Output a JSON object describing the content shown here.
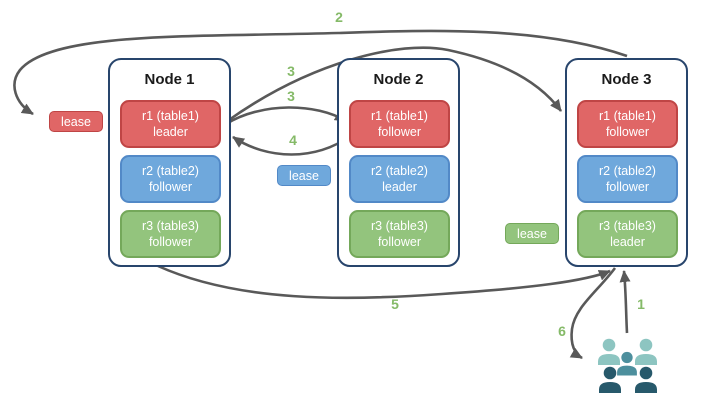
{
  "theme": {
    "bg": "#ffffff",
    "node-border": "#28456c",
    "node-fill": "#ffffff",
    "title-color": "#1b1b1b",
    "red-fill": "#e06666",
    "red-border": "#bf4545",
    "blue-fill": "#6fa8dc",
    "blue-border": "#5289c7",
    "green-fill": "#93c47d",
    "green-border": "#74a85a",
    "arrow": "#595959",
    "step-color": "#85ba68",
    "box-text": "#ffffff",
    "people-light": "#8dc5c1",
    "people-mid": "#4d8f9d",
    "people-dark": "#27596b"
  },
  "nodes": [
    {
      "title": "Node 1",
      "replicas": [
        {
          "line1": "r1 (table1)",
          "line2": "leader",
          "color": "red"
        },
        {
          "line1": "r2 (table2)",
          "line2": "follower",
          "color": "blue"
        },
        {
          "line1": "r3 (table3)",
          "line2": "follower",
          "color": "green"
        }
      ]
    },
    {
      "title": "Node 2",
      "replicas": [
        {
          "line1": "r1 (table1)",
          "line2": "follower",
          "color": "red"
        },
        {
          "line1": "r2 (table2)",
          "line2": "leader",
          "color": "blue"
        },
        {
          "line1": "r3 (table3)",
          "line2": "follower",
          "color": "green"
        }
      ]
    },
    {
      "title": "Node 3",
      "replicas": [
        {
          "line1": "r1 (table1)",
          "line2": "follower",
          "color": "red"
        },
        {
          "line1": "r2 (table2)",
          "line2": "follower",
          "color": "blue"
        },
        {
          "line1": "r3 (table3)",
          "line2": "leader",
          "color": "green"
        }
      ]
    }
  ],
  "leases": {
    "red": "lease",
    "blue": "lease",
    "green": "lease"
  },
  "steps": {
    "s1": "1",
    "s2": "2",
    "s3a": "3",
    "s3b": "3",
    "s4": "4",
    "s5": "5",
    "s6": "6"
  },
  "icons": {
    "people_group": "people-group-icon"
  }
}
